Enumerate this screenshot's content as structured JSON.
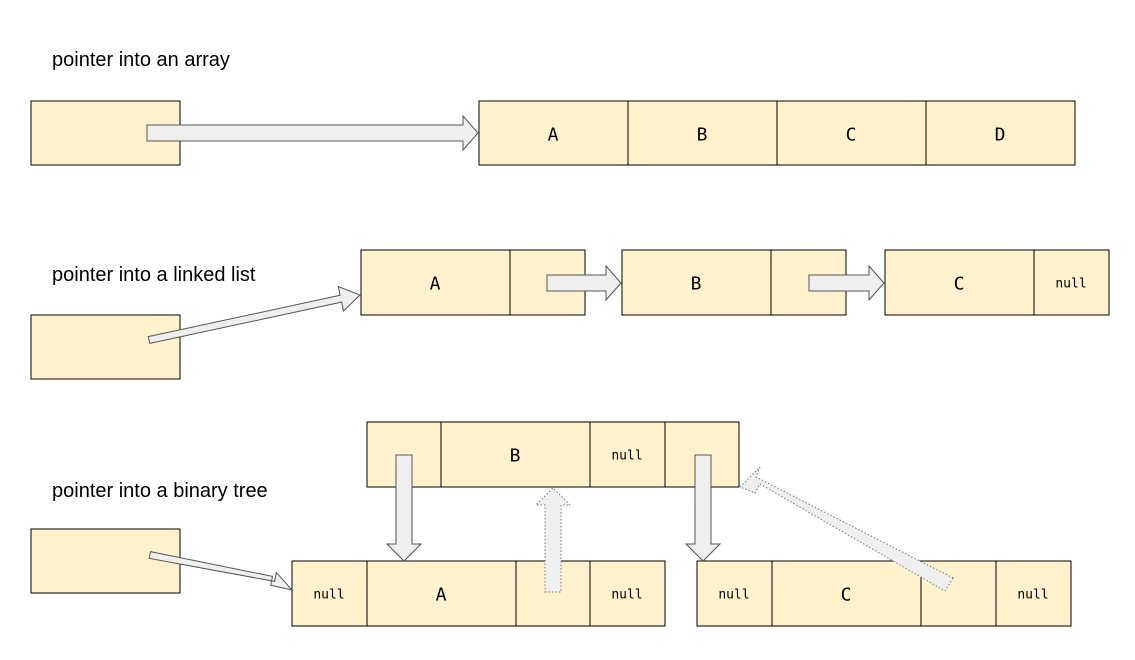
{
  "colors": {
    "cell_fill": "#fff2cc",
    "arrow_fill": "#efefef"
  },
  "sections": {
    "array": {
      "caption": "pointer into an array",
      "cells": [
        "A",
        "B",
        "C",
        "D"
      ]
    },
    "linked_list": {
      "caption": "pointer into a linked list",
      "nodes": [
        {
          "value": "A",
          "next": ""
        },
        {
          "value": "B",
          "next": ""
        },
        {
          "value": "C",
          "next": "null"
        }
      ]
    },
    "binary_tree": {
      "caption": "pointer into a binary tree",
      "root": {
        "left": "",
        "value": "B",
        "parent": "null",
        "right": ""
      },
      "left": {
        "left": "null",
        "value": "A",
        "parent": "",
        "right": "null"
      },
      "right": {
        "left": "null",
        "value": "C",
        "parent": "",
        "right": "null"
      }
    }
  }
}
